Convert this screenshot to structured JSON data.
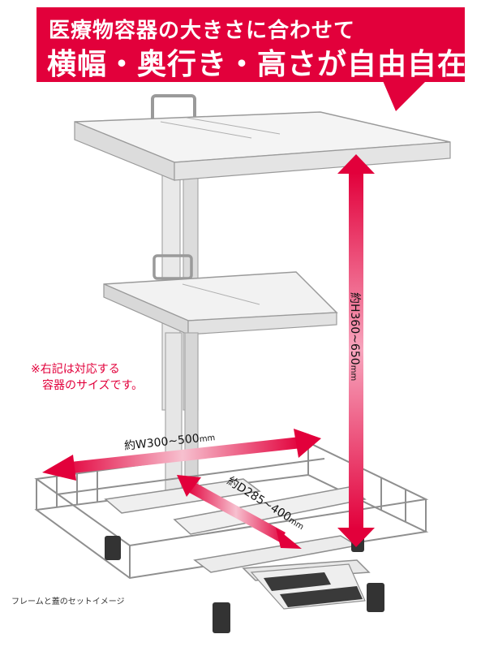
{
  "banner": {
    "line1": "医療物容器の大きさに合わせて",
    "line2": "横幅・奥行き・高さが自由自在!",
    "color": "#e2003b"
  },
  "note": {
    "line1": "※右記は対応する",
    "line2": "容器のサイズです。"
  },
  "dimensions": {
    "width": "約W300~500",
    "depth": "約D285~400",
    "height": "約H360~650",
    "unit": "mm"
  },
  "caption": "フレームと蓋のセットイメージ",
  "colors": {
    "accent": "#e2003b",
    "arrow": "#e8527a",
    "frame": "#f2f2f2",
    "frame_edge": "#9a9a9a",
    "wheel": "#333333"
  }
}
